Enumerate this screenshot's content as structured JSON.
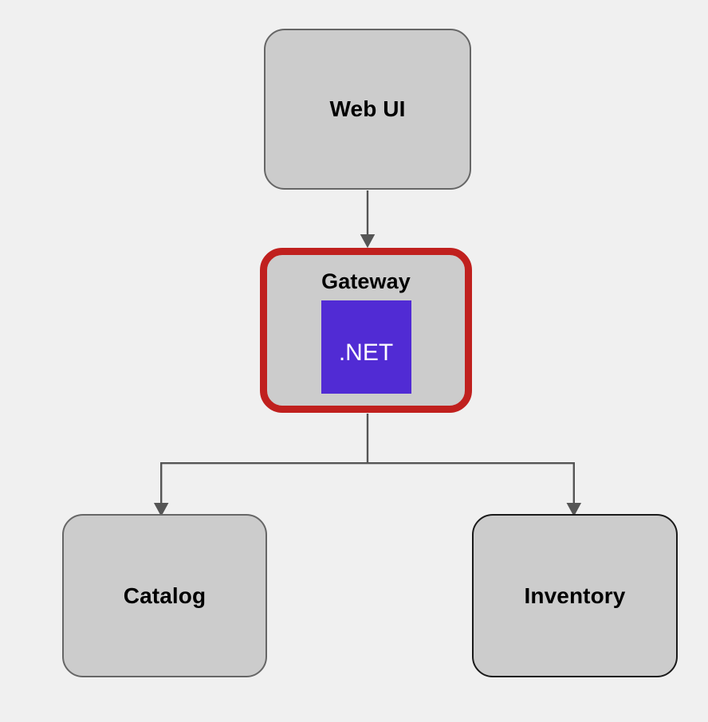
{
  "diagram": {
    "type": "architecture-flow",
    "background_color": "#f0f0f0",
    "node_fill_color": "#cccccc",
    "highlight_color": "#c0201e",
    "edge_color": "#555555",
    "nodes": [
      {
        "id": "webui",
        "label": "Web UI",
        "border_color": "#666666",
        "highlighted": "no"
      },
      {
        "id": "gateway",
        "label": "Gateway",
        "badge_label": ".NET",
        "badge_color": "#512bd4",
        "border_color": "#c0201e",
        "highlighted": "yes"
      },
      {
        "id": "catalog",
        "label": "Catalog",
        "border_color": "#666666",
        "highlighted": "no"
      },
      {
        "id": "inventory",
        "label": "Inventory",
        "border_color": "#1a1a1a",
        "highlighted": "no"
      }
    ],
    "edges": [
      {
        "from": "webui",
        "to": "gateway",
        "style": "arrow"
      },
      {
        "from": "gateway",
        "to": "catalog",
        "style": "arrow"
      },
      {
        "from": "gateway",
        "to": "inventory",
        "style": "arrow"
      }
    ]
  }
}
